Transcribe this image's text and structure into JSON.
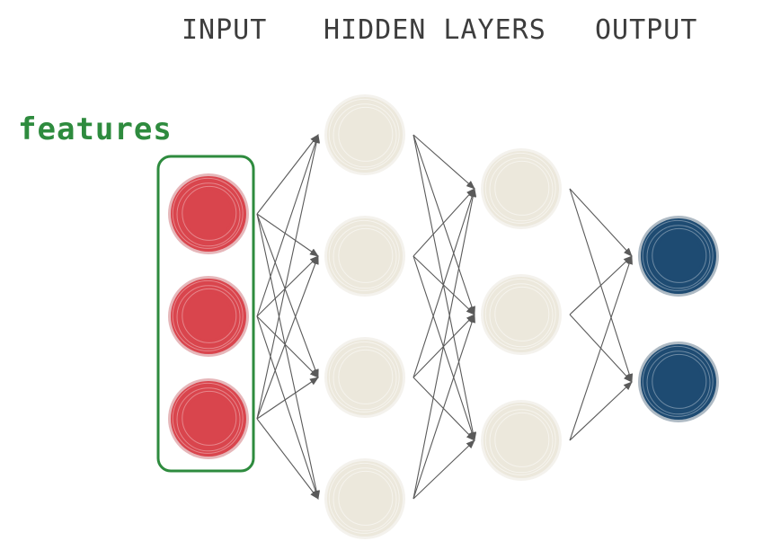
{
  "headers": {
    "input": "INPUT",
    "hidden": "HIDDEN LAYERS",
    "output": "OUTPUT"
  },
  "features_label": "features",
  "network": {
    "layers": [
      {
        "name": "input",
        "count": 3
      },
      {
        "name": "hidden-1",
        "count": 4
      },
      {
        "name": "hidden-2",
        "count": 3
      },
      {
        "name": "output",
        "count": 2
      }
    ],
    "connections": "fully-connected"
  },
  "colors": {
    "input_node": "#d9454d",
    "input_ring": "#b8323a",
    "hidden_node": "#ece8dc",
    "hidden_ring": "#e0dbcc",
    "output_node": "#1e4b72",
    "output_ring": "#163957",
    "features_box": "#2e8b3e",
    "features_text": "#2e8b3e",
    "edge": "#5a5a5a",
    "header_text": "#3d3d3d"
  }
}
